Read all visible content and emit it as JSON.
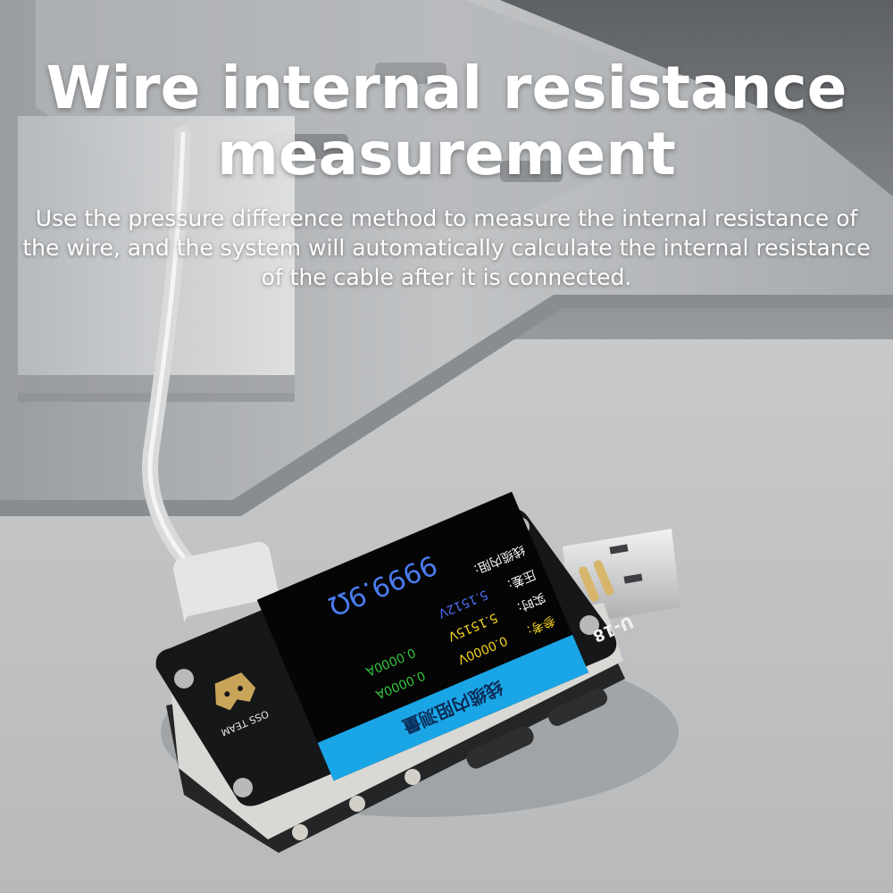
{
  "headline": {
    "line1": "Wire internal resistance",
    "line2": "measurement"
  },
  "description": {
    "line1": "Use the pressure difference method to measure the internal resistance of",
    "line2": "the wire, and the system will automatically calculate the internal resistance",
    "line3": "of the cable after it is connected."
  },
  "device": {
    "brand": "OSS TEAM",
    "model": "U-18",
    "screen": {
      "resistance_value": "9999.9Ω",
      "label_cable_resistance": "线缆内阻:",
      "label_voltage_diff": "压差:",
      "voltage_diff_value": "5.1512V",
      "label_live": "实时:",
      "live_voltage": "5.1515V",
      "live_current": "0.0000A",
      "label_reference": "参考:",
      "reference_voltage": "0.0000V",
      "reference_current": "0.0000A",
      "banner_title": "线缆内阻测量"
    }
  },
  "colors": {
    "headline_text": "#ffffff",
    "screen_banner": "#1aa6e6",
    "resistance_text": "#4a7cf0",
    "voltage_diff_text": "#4a6cf0",
    "live_text": "#f2d21c",
    "reference_text": "#34c23a",
    "device_body": "#161718"
  }
}
